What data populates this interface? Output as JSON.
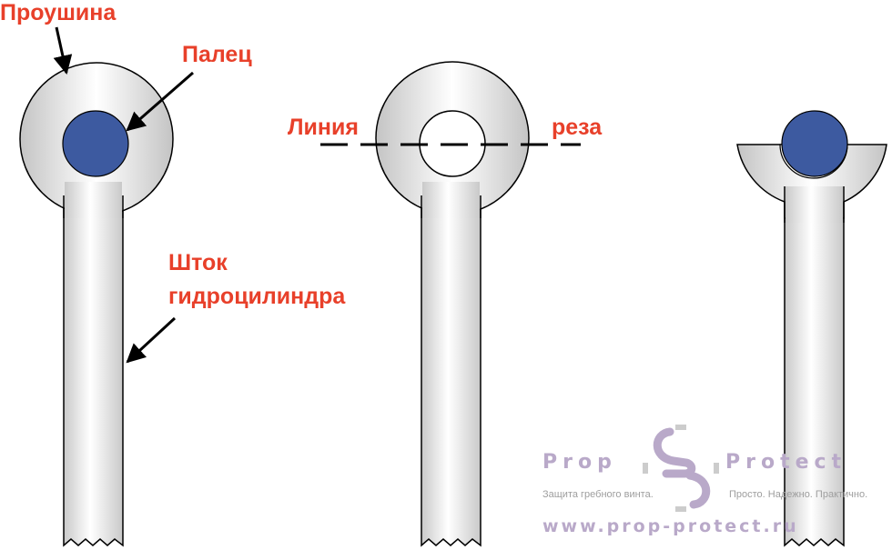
{
  "labels": {
    "eye": "Проушина",
    "pin": "Палец",
    "cut_line_left": "Линия",
    "cut_line_right": "реза",
    "rod_line1": "Шток",
    "rod_line2": "гидроцилиндра"
  },
  "watermark": {
    "brand_left": "Prop",
    "brand_right": "Protect",
    "tagline_left": "Защита гребного винта.",
    "tagline_right": "Просто. Надежно. Практично.",
    "url": "www.prop-protect.ru"
  },
  "colors": {
    "label": "#e8402a",
    "pin": "#3d5aa0",
    "metal_light": "#ffffff",
    "metal_dark": "#c8c8c8",
    "watermark": "#b9a9c9"
  }
}
